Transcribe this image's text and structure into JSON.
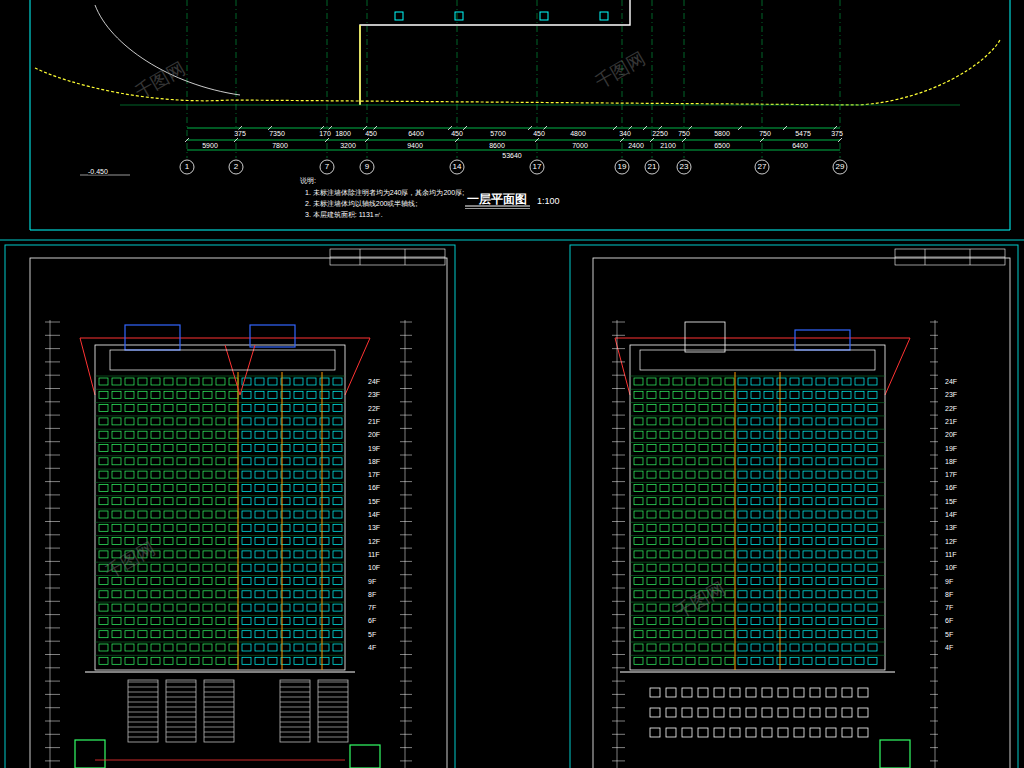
{
  "diagram": {
    "title": "一层平面图",
    "labels": [
      "1",
      "2",
      "7",
      "9",
      "14",
      "17",
      "19",
      "21",
      "23",
      "27",
      "29",
      "375",
      "7350",
      "170",
      "1800",
      "450",
      "6400",
      "450",
      "5700",
      "450",
      "4800",
      "340",
      "2250",
      "750",
      "5800",
      "750",
      "5475",
      "375",
      "5900",
      "7800",
      "3200",
      "9400",
      "8600",
      "7000",
      "2400",
      "2100",
      "6500",
      "6400",
      "53640",
      "-0.450",
      "说明:",
      "1. 未标注墙体除注明者均为240厚，其余均为200厚;",
      "2. 未标注墙体均以轴线200或半轴线;",
      "3. 本层建筑面积: 1131㎡.",
      "1:100",
      "千图网",
      "千图网",
      "千图网",
      "千图网",
      "24F",
      "23F",
      "22F",
      "21F",
      "20F",
      "19F",
      "18F",
      "17F",
      "16F",
      "15F",
      "14F",
      "13F",
      "12F",
      "11F",
      "10F",
      "9F",
      "8F",
      "7F",
      "6F",
      "5F",
      "4F",
      "24F",
      "23F",
      "22F",
      "21F",
      "20F",
      "19F",
      "18F",
      "17F",
      "16F",
      "15F",
      "14F",
      "13F",
      "12F",
      "11F",
      "10F",
      "9F",
      "8F",
      "7F",
      "6F",
      "5F",
      "4F"
    ]
  }
}
